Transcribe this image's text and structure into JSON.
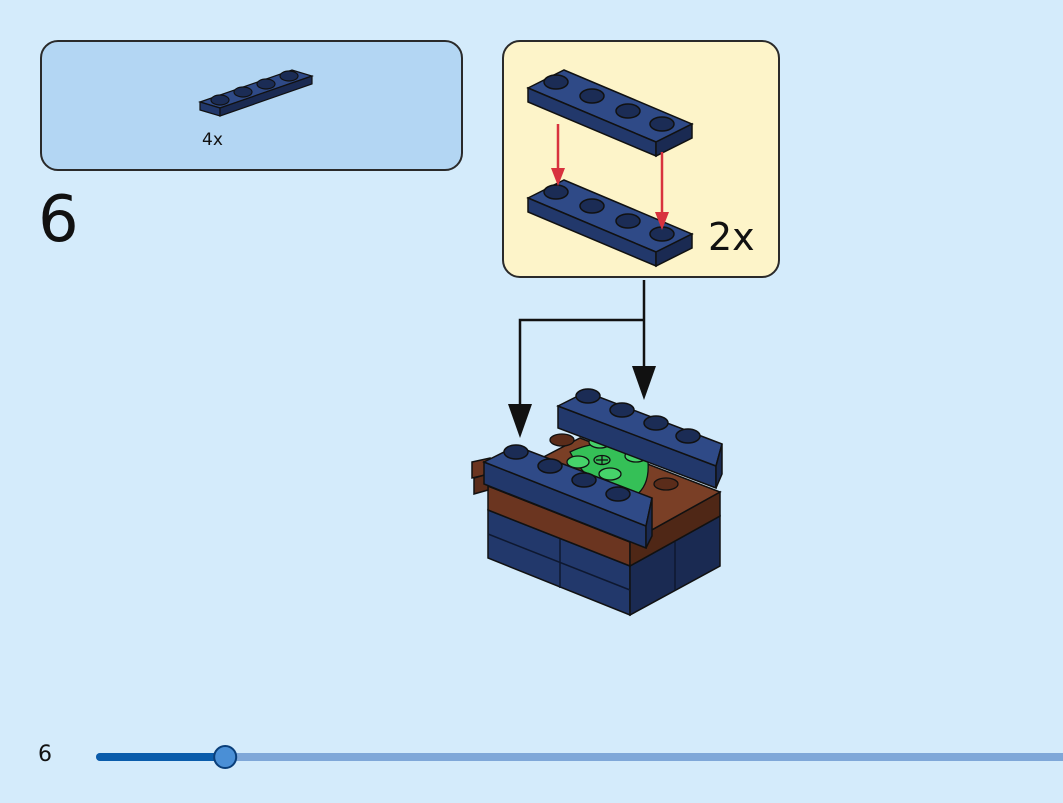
{
  "parts_list": {
    "quantity": "4x",
    "part": "dark-blue-plate-1x4"
  },
  "step": {
    "number": "6"
  },
  "sub_assembly": {
    "quantity": "2x"
  },
  "footer": {
    "page_number": "6",
    "progress": 0.13
  },
  "colors": {
    "page_bg": "#d4ebfb",
    "parts_box_bg": "#b3d6f3",
    "sub_box_bg": "#fdf4c9",
    "brick_blue": "#22386b",
    "stud_blue": "#1b2c55",
    "brown": "#6b3520",
    "green": "#35c057",
    "arrow_red": "#d8323e",
    "progress_fill": "#0a5cab",
    "progress_track": "#7fa7d8"
  }
}
